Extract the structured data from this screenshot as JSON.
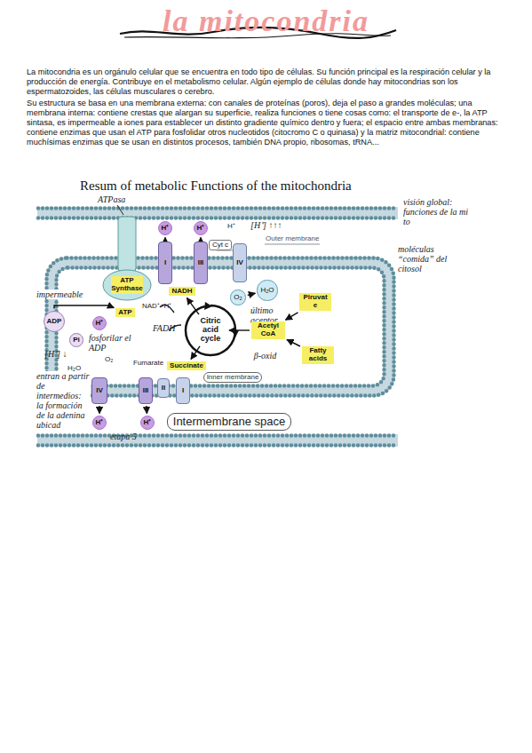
{
  "diagram": {
    "title": "la mitocondria",
    "nodes": [
      {
        "text": [
          "ATP Synthase"
        ]
      },
      {
        "text": [
          "ATP"
        ]
      },
      {
        "text": [
          "ADP"
        ]
      },
      {
        "text": [
          "Pi"
        ]
      },
      {
        "text": [
          "H⁺"
        ]
      },
      {
        "text": [
          "I"
        ]
      },
      {
        "text": [
          "III"
        ]
      },
      {
        "text": [
          "IV"
        ]
      },
      {
        "text": [
          "Cyt c"
        ]
      },
      {
        "text": [
          "H⁺"
        ]
      },
      {
        "text": [
          "H⁺"
        ]
      },
      {
        "text": [
          "NADH"
        ]
      },
      {
        "text": [
          "O₂"
        ]
      },
      {
        "text": [
          "H₂O"
        ]
      },
      {
        "text": [
          "Citric acid cycle"
        ]
      },
      {
        "text": [
          "Acetyl CoA"
        ]
      },
      {
        "text": [
          "Piruvat e"
        ]
      },
      {
        "text": [
          "Fatty acids"
        ]
      },
      {
        "text": [
          "Succinate"
        ]
      },
      {
        "text": [
          "IV"
        ]
      },
      {
        "text": [
          "III"
        ]
      },
      {
        "text": [
          "II"
        ]
      },
      {
        "text": [
          "I"
        ]
      },
      {
        "text": [
          "H⁺"
        ]
      },
      {
        "text": [
          "H⁺"
        ]
      },
      {
        "text": [
          "Intermembrane space"
        ]
      },
      {
        "text": [
          "Inner membrane"
        ]
      }
    ],
    "edges": [
      {
        "from": 16,
        "to": 15,
        "arrow": "to"
      },
      {
        "from": 17,
        "to": 15,
        "label": "β-oxid",
        "arrow": "to"
      },
      {
        "from": 15,
        "to": 14,
        "arrow": "to"
      },
      {
        "from": 14,
        "to": 11,
        "arrow": "to"
      },
      {
        "from": 14,
        "to": 18,
        "arrow": "to"
      },
      {
        "from": 2,
        "to": 1,
        "arrow": "to"
      },
      {
        "from": 5,
        "to": 9,
        "arrow": "to"
      },
      {
        "from": 6,
        "to": 10,
        "arrow": "to"
      },
      {
        "from": 19,
        "to": 23,
        "arrow": "to"
      },
      {
        "from": 20,
        "to": 24,
        "arrow": "to"
      },
      {
        "from": 12,
        "to": 13,
        "arrow": "to"
      }
    ],
    "labels": [
      "La mitocondria es un orgánulo celular que se encuentra en todo tipo de células. Su función principal es la respiración celular y la producción de energía. Contribuye en el metabolismo celular. Algún ejemplo de células donde hay mitocondrias son los espermatozoides, las células musculares o cerebro.",
      "Su estructura se basa en una membrana externa: con canales de proteínas (poros), deja el paso a grandes moléculas; una membrana interna: contiene crestas que alargan su superficie, realiza funciones o tiene cosas como: el transporte de e-, la ATP sintasa, es impermeable a iones para establecer un distinto gradiente químico dentro y fuera; el espacio entre ambas membranas: contiene enzimas que usan el ATP para fosfolidar otros nucleotidos (citocromo C o quinasa) y la matriz mitocondrial: contiene muchísimas enzimas que se usan en distintos procesos, también DNA propio, ribosomas, tRNA...",
      "Resum of metabolic Functions of the mitochondria",
      "visión global: funciones de la mi to",
      "ATPasa",
      "H⁺",
      "[H⁺] ↑↑↑",
      "Outer membrane",
      "moléculas “comida” del citosol",
      "impermeable",
      "NAD⁺+H⁺",
      "FADH",
      "último aceptor",
      "fosforilar el ADP",
      "[H⁺] ↓",
      "H₂O",
      "O₂",
      "Fumarate",
      "entran a partir de intermedios: la formación de la adenina ubicad",
      "etapa 5"
    ]
  }
}
